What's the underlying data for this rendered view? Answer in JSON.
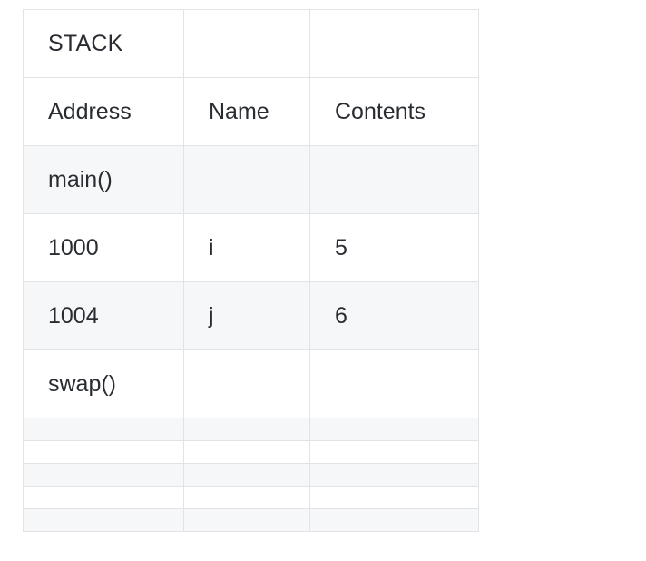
{
  "table": {
    "title": "STACK",
    "columns": [
      "Address",
      "Name",
      "Contents"
    ],
    "rows": [
      {
        "type": "frame",
        "address": "main()",
        "name": "",
        "contents": ""
      },
      {
        "type": "data",
        "address": "1000",
        "name": "i",
        "contents": "5"
      },
      {
        "type": "data",
        "address": "1004",
        "name": "j",
        "contents": "6"
      },
      {
        "type": "frame",
        "address": "swap()",
        "name": "",
        "contents": ""
      },
      {
        "type": "blank",
        "address": "",
        "name": "",
        "contents": ""
      },
      {
        "type": "blank",
        "address": "",
        "name": "",
        "contents": ""
      },
      {
        "type": "blank",
        "address": "",
        "name": "",
        "contents": ""
      },
      {
        "type": "blank",
        "address": "",
        "name": "",
        "contents": ""
      },
      {
        "type": "blank",
        "address": "",
        "name": "",
        "contents": ""
      }
    ]
  },
  "colors": {
    "text": "#292c31",
    "border": "#e1e3e6",
    "stripe": "#f6f7f8",
    "background": "#ffffff"
  }
}
